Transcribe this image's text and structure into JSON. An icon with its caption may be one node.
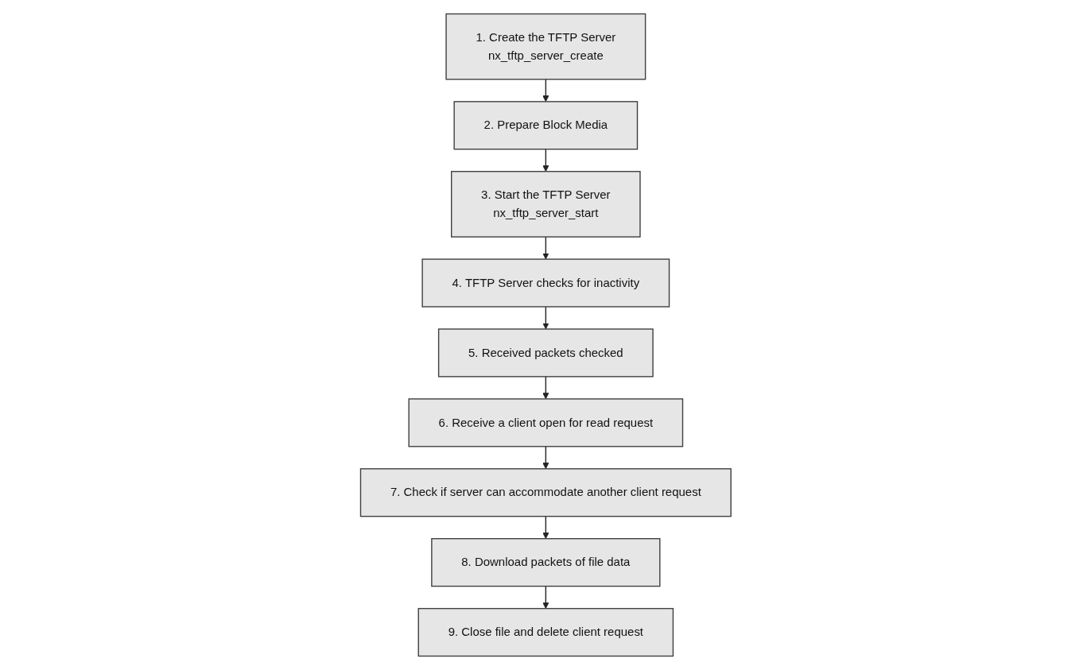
{
  "diagram": {
    "nodes": [
      {
        "text": [
          "1. Create the TFTP Server",
          "nx_tftp_server_create"
        ]
      },
      {
        "text": [
          "2. Prepare Block Media"
        ]
      },
      {
        "text": [
          "3. Start the TFTP Server",
          "nx_tftp_server_start"
        ]
      },
      {
        "text": [
          "4. TFTP Server checks for inactivity"
        ]
      },
      {
        "text": [
          "5. Received packets checked"
        ]
      },
      {
        "text": [
          "6. Receive a client open for read request"
        ]
      },
      {
        "text": [
          "7. Check if server can accommodate another client request"
        ]
      },
      {
        "text": [
          "8. Download packets of file data"
        ]
      },
      {
        "text": [
          "9. Close file and delete client request"
        ]
      }
    ],
    "edges": [
      {
        "from": 0,
        "to": 1,
        "arrow": "to"
      },
      {
        "from": 1,
        "to": 2,
        "arrow": "to"
      },
      {
        "from": 2,
        "to": 3,
        "arrow": "to"
      },
      {
        "from": 3,
        "to": 4,
        "arrow": "to"
      },
      {
        "from": 4,
        "to": 5,
        "arrow": "to"
      },
      {
        "from": 5,
        "to": 6,
        "arrow": "to"
      },
      {
        "from": 6,
        "to": 7,
        "arrow": "to"
      },
      {
        "from": 7,
        "to": 8,
        "arrow": "to"
      }
    ]
  }
}
